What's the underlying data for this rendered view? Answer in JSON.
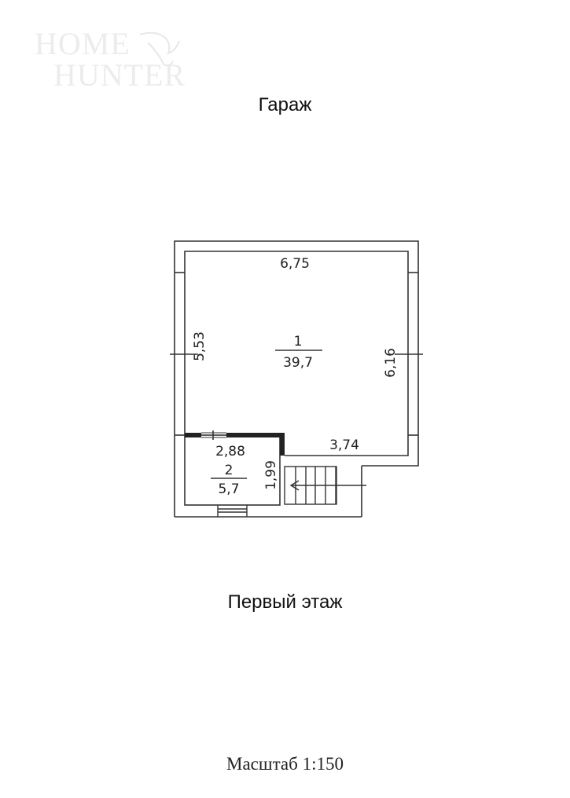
{
  "watermark": {
    "line1": "HOME",
    "line2": "HUNTER"
  },
  "header": {
    "title": "Гараж"
  },
  "plan": {
    "floor_title": "Первый этаж",
    "scale": "Масштаб 1:150",
    "rooms": [
      {
        "number": "1",
        "area": "39,7"
      },
      {
        "number": "2",
        "area": "5,7"
      }
    ],
    "dimensions": {
      "top_width": "6,75",
      "left_height": "5,53",
      "right_height": "6,16",
      "bottom_right_width": "3,74",
      "room2_width": "2,88",
      "room2_height": "1,99"
    }
  }
}
